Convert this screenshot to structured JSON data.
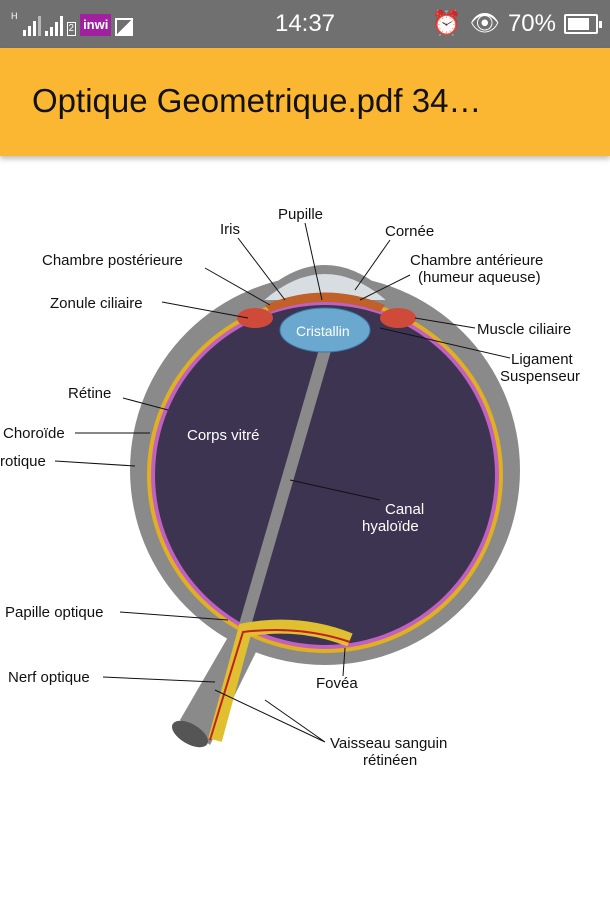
{
  "status_bar": {
    "carrier": "inwi",
    "sim2": "2",
    "network": "H",
    "time": "14:37",
    "battery": "70%",
    "battery_level": 0.7,
    "icons": [
      "signal-icon",
      "image-icon",
      "alarm-icon",
      "eye-icon",
      "battery-icon"
    ]
  },
  "app_bar": {
    "title": "Optique Geometrique.pdf 34…",
    "color": "#fbb731"
  },
  "diagram": {
    "labels": {
      "pupille": "Pupille",
      "iris": "Iris",
      "cornee": "Cornée",
      "chambre_post": "Chambre postérieure",
      "chambre_ant": "Chambre antérieure",
      "humeur": "(humeur aqueuse)",
      "zonule": "Zonule ciliaire",
      "cristallin": "Cristallin",
      "muscle": "Muscle ciliaire",
      "ligament": "Ligament",
      "suspenseur": "Suspenseur",
      "retine": "Rétine",
      "choroide": "Choroïde",
      "sclerotique": "rotique",
      "corps": "Corps vitré",
      "canal": "Canal",
      "hyaloide": "hyaloïde",
      "papille": "Papille optique",
      "nerf": "Nerf optique",
      "fovea": "Fovéa",
      "vaisseau": "Vaisseau sanguin",
      "retineen": "rétinéen"
    }
  }
}
